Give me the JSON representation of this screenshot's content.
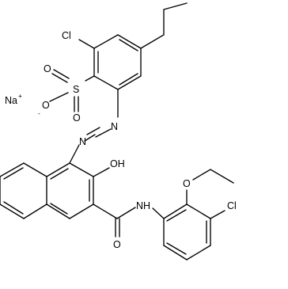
{
  "molecule": {
    "atom_labels": {
      "cl_top": "Cl",
      "sulfur": "S",
      "oxygen_upper": "O",
      "oxygen_lower": "O",
      "oxygen_anion": "O",
      "anion_charge": "-",
      "sodium": "Na",
      "sodium_charge": "+",
      "azo_n1": "N",
      "azo_n2": "N",
      "hydroxyl": "OH",
      "amide_nh": "NH",
      "amide_o": "O",
      "ether_o": "O",
      "cl_bottom": "Cl"
    }
  }
}
